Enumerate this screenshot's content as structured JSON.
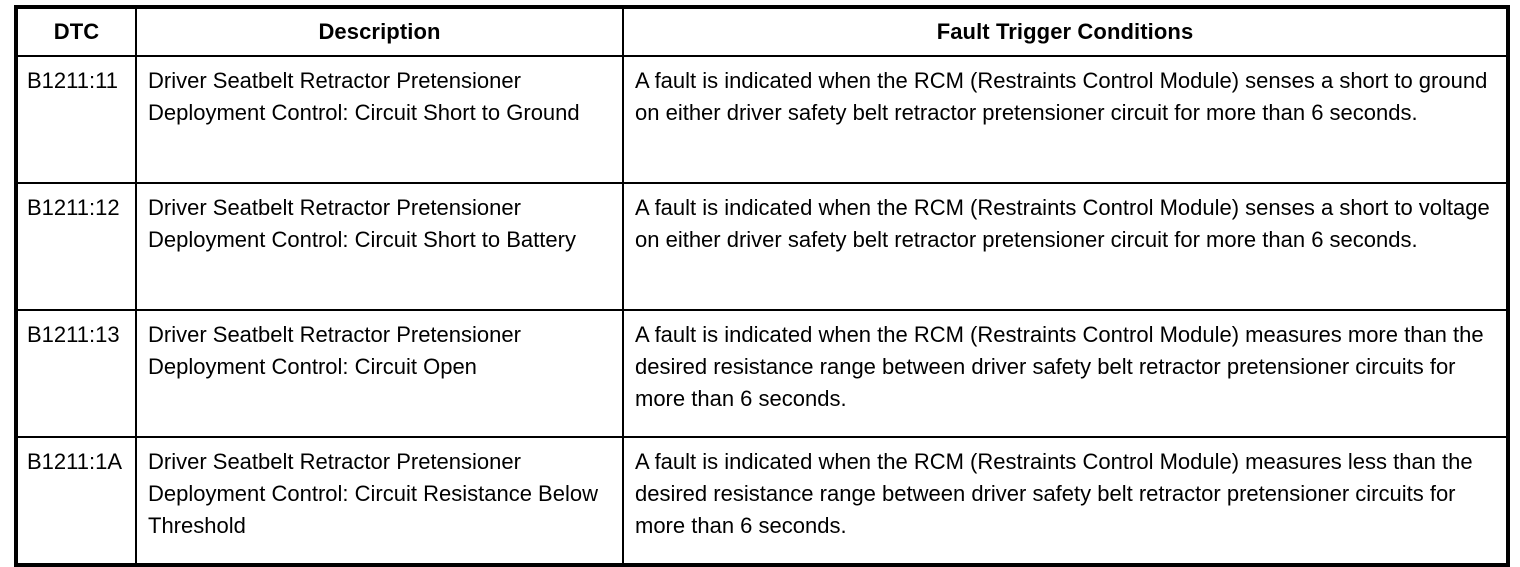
{
  "table": {
    "columns": [
      {
        "key": "dtc",
        "label": "DTC"
      },
      {
        "key": "description",
        "label": "Description"
      },
      {
        "key": "conditions",
        "label": "Fault Trigger Conditions"
      }
    ],
    "rows": [
      {
        "dtc": "B1211:11",
        "description": "Driver Seatbelt Retractor Pretensioner Deployment Control: Circuit Short to Ground",
        "conditions": "A fault is indicated when the RCM (Restraints Control Module) senses a short to ground on either driver safety belt retractor pretensioner circuit for more than 6 seconds."
      },
      {
        "dtc": "B1211:12",
        "description": "Driver Seatbelt Retractor Pretensioner Deployment Control: Circuit Short to Battery",
        "conditions": "A fault is indicated when the RCM (Restraints Control Module) senses a short to voltage on either driver safety belt retractor pretensioner circuit for more than 6 seconds."
      },
      {
        "dtc": "B1211:13",
        "description": "Driver Seatbelt Retractor Pretensioner Deployment Control: Circuit Open",
        "conditions": "A fault is indicated when the RCM (Restraints Control Module) measures more than the desired resistance range between driver safety belt retractor pretensioner circuits for more than 6 seconds."
      },
      {
        "dtc": "B1211:1A",
        "description": "Driver Seatbelt Retractor Pretensioner Deployment Control: Circuit Resistance Below Threshold",
        "conditions": "A fault is indicated when the RCM (Restraints Control Module) measures less than the desired resistance range between driver safety belt retractor pretensioner circuits for more than 6 seconds."
      }
    ]
  },
  "style": {
    "border_color": "#000000",
    "text_color": "#000000",
    "background_color": "#ffffff"
  }
}
